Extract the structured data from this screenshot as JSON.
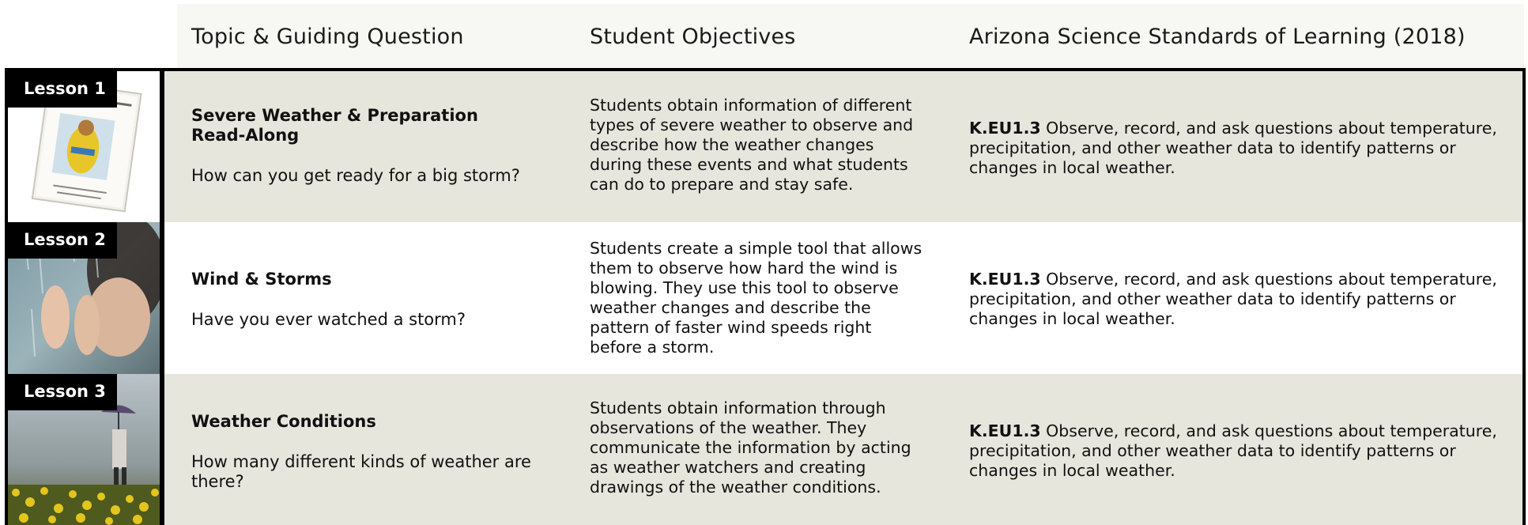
{
  "header": {
    "col_topic": "Topic & Guiding Question",
    "col_objectives": "Student Objectives",
    "col_standards": "Arizona Science Standards of Learning (2018)"
  },
  "lessons": [
    {
      "badge": "Lesson 1",
      "thumb_icon": "book-cover-thumbnail",
      "topic_title": "Severe Weather & Preparation\nRead-Along",
      "question": "How can you get ready for a big storm?",
      "objective": "Students obtain information of different\ntypes of severe weather to observe and\ndescribe how the weather changes\nduring these events and what students\ncan do to prepare and stay safe.",
      "standard_code": "K.EU1.3",
      "standard_text": " Observe, record, and ask questions about temperature,\nprecipitation, and other weather data to identify patterns or\nchanges in local weather."
    },
    {
      "badge": "Lesson 2",
      "thumb_icon": "child-at-rainy-window-photo",
      "topic_title": "Wind & Storms",
      "question": "Have you ever watched a storm?",
      "objective": "Students create a simple tool that allows\nthem to observe how hard the wind is\nblowing. They use this tool to observe\nweather changes and describe the\npattern of  faster wind speeds right\nbefore a storm.",
      "standard_code": "K.EU1.3",
      "standard_text": " Observe, record, and ask questions about temperature,\nprecipitation, and other weather data to identify patterns or\nchanges in local weather."
    },
    {
      "badge": "Lesson 3",
      "thumb_icon": "person-with-umbrella-in-field-photo",
      "topic_title": "Weather Conditions",
      "question": "How many different kinds of weather are\nthere?",
      "objective": "Students obtain information through\nobservations of the weather. They\ncommunicate the information by acting\nas weather watchers and creating\ndrawings of the weather conditions.",
      "standard_code": "K.EU1.3",
      "standard_text": " Observe, record, and ask questions about temperature,\nprecipitation, and other weather data to identify patterns or\nchanges in local weather."
    }
  ],
  "colors": {
    "shaded_row": "#e7e6dd",
    "header_bg": "#f7f7f3",
    "border": "#000000"
  }
}
